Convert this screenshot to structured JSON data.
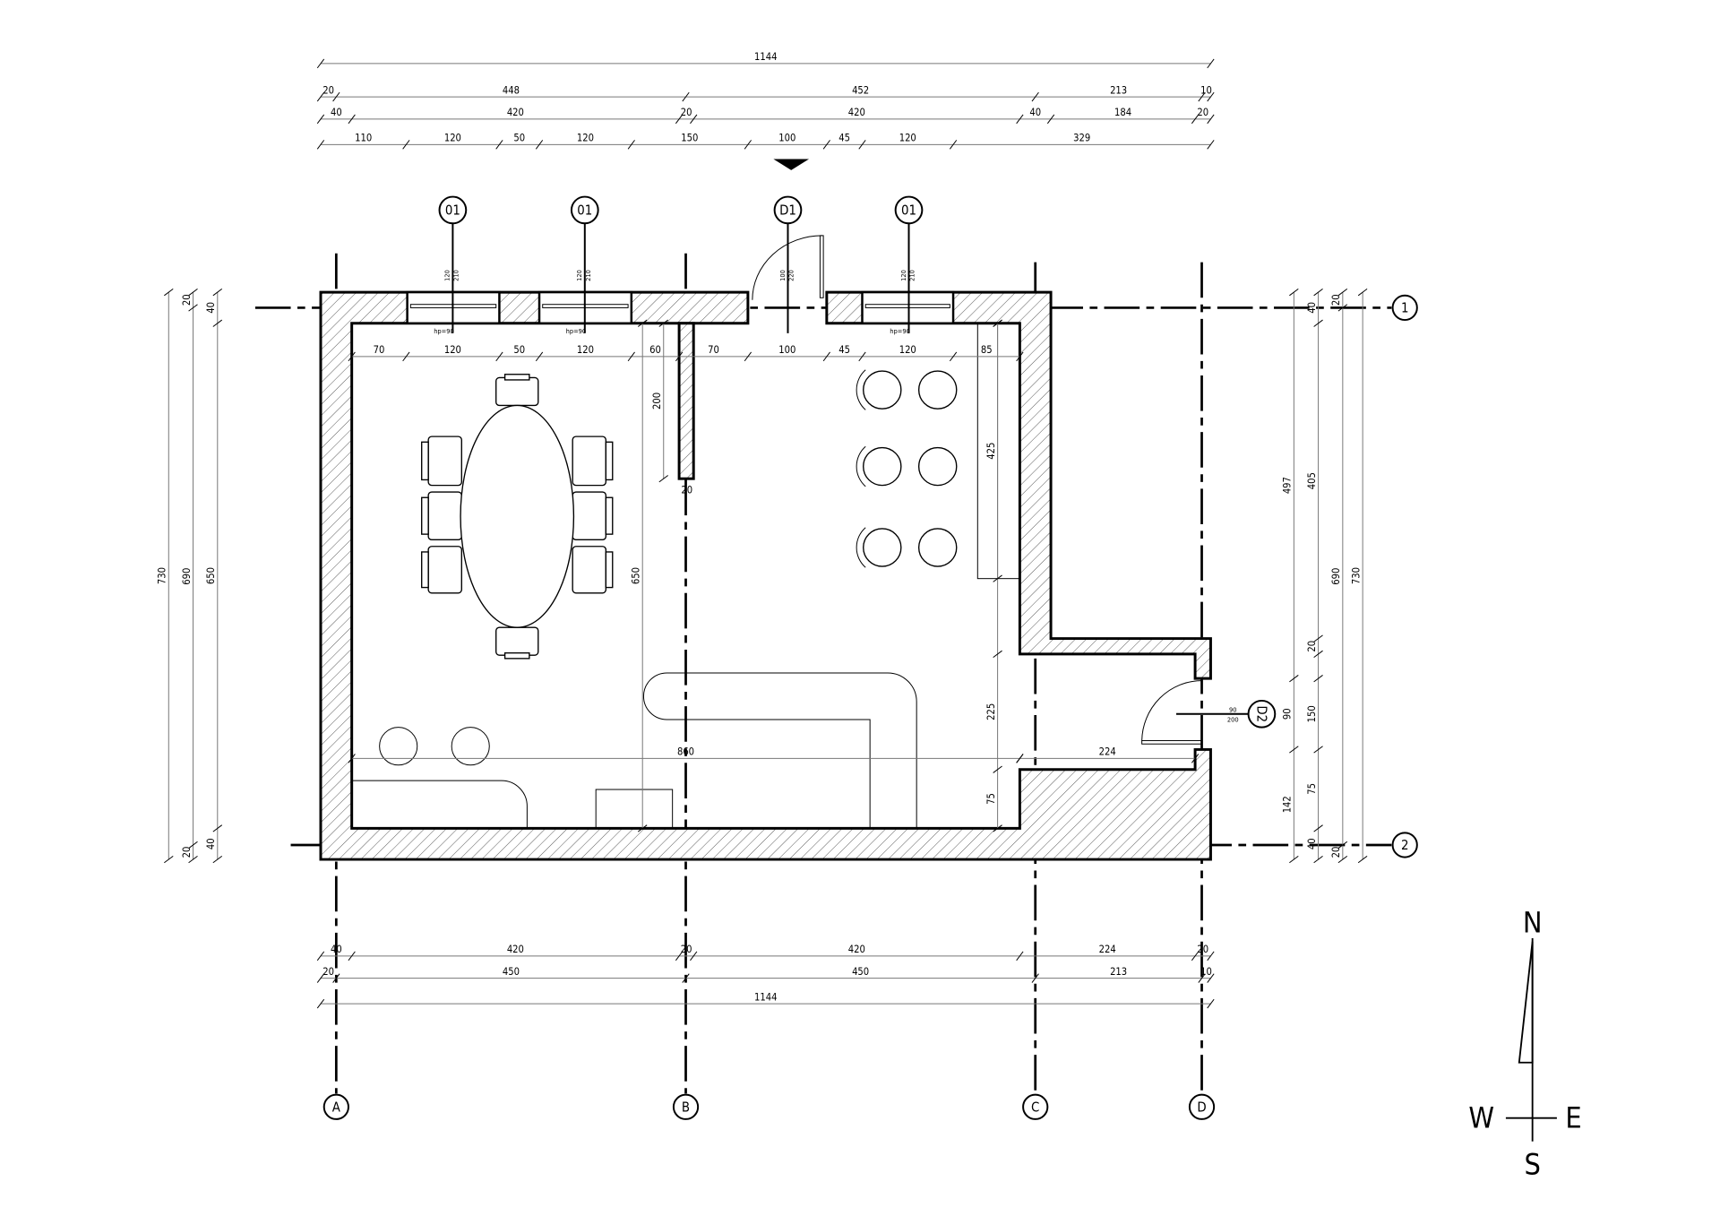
{
  "grid": {
    "columns": [
      "A",
      "B",
      "C",
      "D"
    ],
    "rows": [
      "1",
      "2"
    ]
  },
  "tags": {
    "windows": [
      "01",
      "01",
      "01"
    ],
    "door_main": "D1",
    "door_side": "D2",
    "window_size": [
      "120",
      "210"
    ],
    "window_sill": "hp=90",
    "door_main_size": [
      "100",
      "220"
    ],
    "door_side_size": [
      "90",
      "200"
    ]
  },
  "dimensions": {
    "top_total": "1144",
    "top_axes": [
      "20",
      "448",
      "452",
      "213",
      "10"
    ],
    "top_walls": [
      "40",
      "420",
      "20",
      "420",
      "40",
      "184",
      "20"
    ],
    "top_openings": [
      "110",
      "120",
      "50",
      "120",
      "150",
      "100",
      "45",
      "120",
      "329"
    ],
    "interior_top": [
      "70",
      "120",
      "50",
      "120",
      "60",
      "70",
      "100",
      "45",
      "120",
      "85"
    ],
    "interior_vertical": [
      "650",
      "200",
      "20",
      "425",
      "225",
      "75"
    ],
    "interior_horizontal": [
      "860",
      "224"
    ],
    "bottom_walls": [
      "40",
      "420",
      "20",
      "420",
      "224",
      "20"
    ],
    "bottom_axes": [
      "20",
      "450",
      "450",
      "213",
      "10"
    ],
    "bottom_total": "1144",
    "left": [
      "730",
      "690",
      "650",
      "20",
      "40",
      "20",
      "40"
    ],
    "right_col1": [
      "497",
      "90",
      "142"
    ],
    "right_col2": [
      "40",
      "405",
      "20",
      "150",
      "75",
      "40"
    ],
    "right_col3": [
      "20",
      "690",
      "20"
    ],
    "right_col4": [
      "730"
    ]
  },
  "compass": {
    "n": "N",
    "s": "S",
    "w": "W",
    "e": "E"
  }
}
